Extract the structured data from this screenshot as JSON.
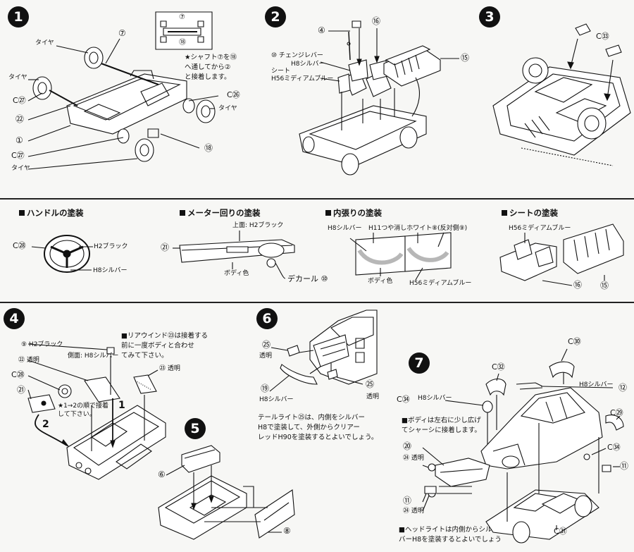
{
  "steps": [
    "1",
    "2",
    "3",
    "4",
    "5",
    "6",
    "7"
  ],
  "step1": {
    "labels": {
      "tire_top": "タイヤ",
      "tire_left": "タイヤ",
      "tire_right": "タイヤ",
      "tire_bottom": "タイヤ",
      "c27a": "C㉗",
      "c27b": "C㉗",
      "c26": "C㉖",
      "p7": "⑦",
      "p22": "㉒",
      "p1": "①",
      "p18": "⑱",
      "inset_p7": "⑦",
      "inset_p18": "⑱"
    },
    "note": [
      "★シャフト⑦を⑱",
      "へ通してから②",
      "と接着します。"
    ]
  },
  "step2": {
    "labels": {
      "p4": "④",
      "p16": "⑯",
      "p15": "⑮",
      "change_lever": "⑩ チェンジレバー",
      "change_lever_color": "H8シルバー",
      "seat": "シート",
      "seat_color": "H56ミディアムブルー"
    }
  },
  "step3": {
    "labels": {
      "c33": "C㉝"
    }
  },
  "painting": {
    "handle": {
      "title": "ハンドルの塗装",
      "c28": "C㉘",
      "black": "H2ブラック",
      "silver": "H8シルバー"
    },
    "meter": {
      "title": "メーター回りの塗装",
      "top_black": "上面: H2ブラック",
      "p21": "㉑",
      "body_color": "ボディ色",
      "decal": "デカール ⑩"
    },
    "interior": {
      "title": "内張りの塗装",
      "silver": "H8シルバー",
      "matte_white": "H11つや消しホワイト",
      "p8": "⑧(反対側⑨)",
      "body_color": "ボディ色",
      "medium_blue": "H56ミディアムブルー"
    },
    "seat": {
      "title": "シートの塗装",
      "medium_blue": "H56ミディアムブルー",
      "p16": "⑯",
      "p15": "⑮"
    }
  },
  "step4": {
    "labels": {
      "p9": "⑨ H2ブラック",
      "side_silver": "側面: H8シルバー",
      "p22": "㉒ 透明",
      "c28": "C㉘",
      "p21": "㉑",
      "p23": "㉓ 透明",
      "order1": "1",
      "order2": "2"
    },
    "note_rear": [
      "■リアウインド㉓は接着する",
      "前に一度ボディと合わせ",
      "てみて下さい。"
    ],
    "note_order": [
      "★1→2の順で接着",
      "して下さい。"
    ]
  },
  "step5": {
    "labels": {
      "p6": "⑥",
      "p8": "⑧"
    }
  },
  "step6": {
    "labels": {
      "p25a": "㉕",
      "clear_a": "透明",
      "p19": "⑲",
      "silver": "H8シルバー",
      "p25b": "㉕",
      "clear_b": "透明"
    },
    "note": [
      "テールライト㉕は、内側をシルバー",
      "H8で塗装して、外側からクリアー",
      "レッドH90を塗装するとよいでしょう。"
    ]
  },
  "step7": {
    "labels": {
      "c30": "C㉚",
      "c32": "C㉜",
      "c34a": "C㉞",
      "silver_a": "H8シルバー",
      "silver_b": "H8シルバー",
      "p12": "⑫",
      "c29": "C㉙",
      "c34b": "C㉞",
      "p20": "⑳",
      "p24a": "㉔ 透明",
      "p11a": "⑪",
      "p11b": "⑪",
      "p24b": "㉔ 透明",
      "c31": "C㉛"
    },
    "note_body": [
      "■ボディは左右に少し広げ",
      "てシャーシに接着します。"
    ],
    "note_head": [
      "■ヘッドライトは内側からシル",
      "バーH8を塗装するとよいでしょう"
    ]
  }
}
